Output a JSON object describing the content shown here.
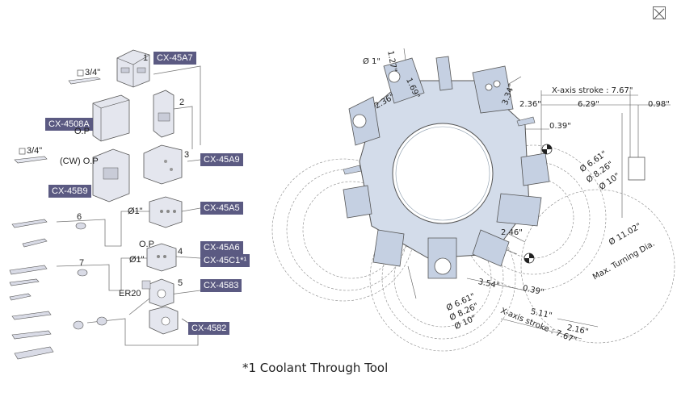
{
  "close_icon": "close-icon",
  "footnote": "*1 Coolant Through Tool",
  "left": {
    "codes": {
      "cx45a7": "CX-45A7",
      "cx4508a": "CX-4508A",
      "cx45a9": "CX-45A9",
      "cx45b9": "CX-45B9",
      "cx45a5": "CX-45A5",
      "cx45a6": "CX-45A6",
      "cx45c1": "CX-45C1*¹",
      "cx4583": "CX-4583",
      "cx4582": "CX-4582"
    },
    "nums": {
      "n1": "1",
      "n2": "2",
      "n3": "3",
      "n4": "4",
      "n5": "5",
      "n6": "6",
      "n7": "7"
    },
    "texts": {
      "sq34_top": "3/4\"",
      "sq34_mid": "3/4\"",
      "op1": "O.P",
      "cwop": "(CW) O.P",
      "d1a": "Ø1\"",
      "op2": "O.P",
      "d1b": "Ø1\"",
      "er20": "ER20"
    }
  },
  "right": {
    "dims": {
      "d1": "Ø 1\"",
      "d127": "1.27\"",
      "d169": "1.69\"",
      "d236a": "2.36\"",
      "d334": "3.34\"",
      "xstroke_top": "X-axis stroke : 7.67\"",
      "d236b": "2.36\"",
      "d629": "6.29\"",
      "d098": "0.98\"",
      "d039a": "0.39\"",
      "d661a": "Ø 6.61\"",
      "d826a": "Ø 8.26\"",
      "d10a": "Ø 10\"",
      "d246": "2.46\"",
      "d1102": "Ø 11.02\"",
      "maxturn": "Max. Turning Dia.",
      "d354": "3.54\"",
      "d039b": "0.39\"",
      "d661b": "Ø 6.61\"",
      "d826b": "Ø 8.26\"",
      "d10b": "Ø 10\"",
      "d511": "5.11\"",
      "d216": "2.16\"",
      "xstroke_bot": "X-axis stroke : 7.67\""
    }
  }
}
